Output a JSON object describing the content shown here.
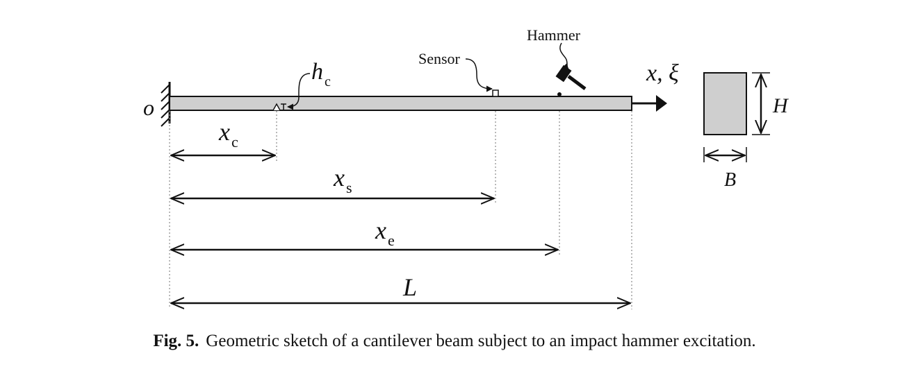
{
  "figure": {
    "origin_label": "o",
    "axis_label": "x, ξ",
    "crack_label": {
      "main": "h",
      "sub": "c"
    },
    "sensor_label": "Sensor",
    "hammer_label": "Hammer",
    "dimensions": {
      "xc": {
        "main": "x",
        "sub": "c"
      },
      "xs": {
        "main": "x",
        "sub": "s"
      },
      "xe": {
        "main": "x",
        "sub": "e"
      },
      "L": "L"
    },
    "cross_section": {
      "height_label": "H",
      "width_label": "B"
    }
  },
  "caption": {
    "label": "Fig. 5.",
    "text": "Geometric sketch of a cantilever beam subject to an impact hammer excitation."
  }
}
